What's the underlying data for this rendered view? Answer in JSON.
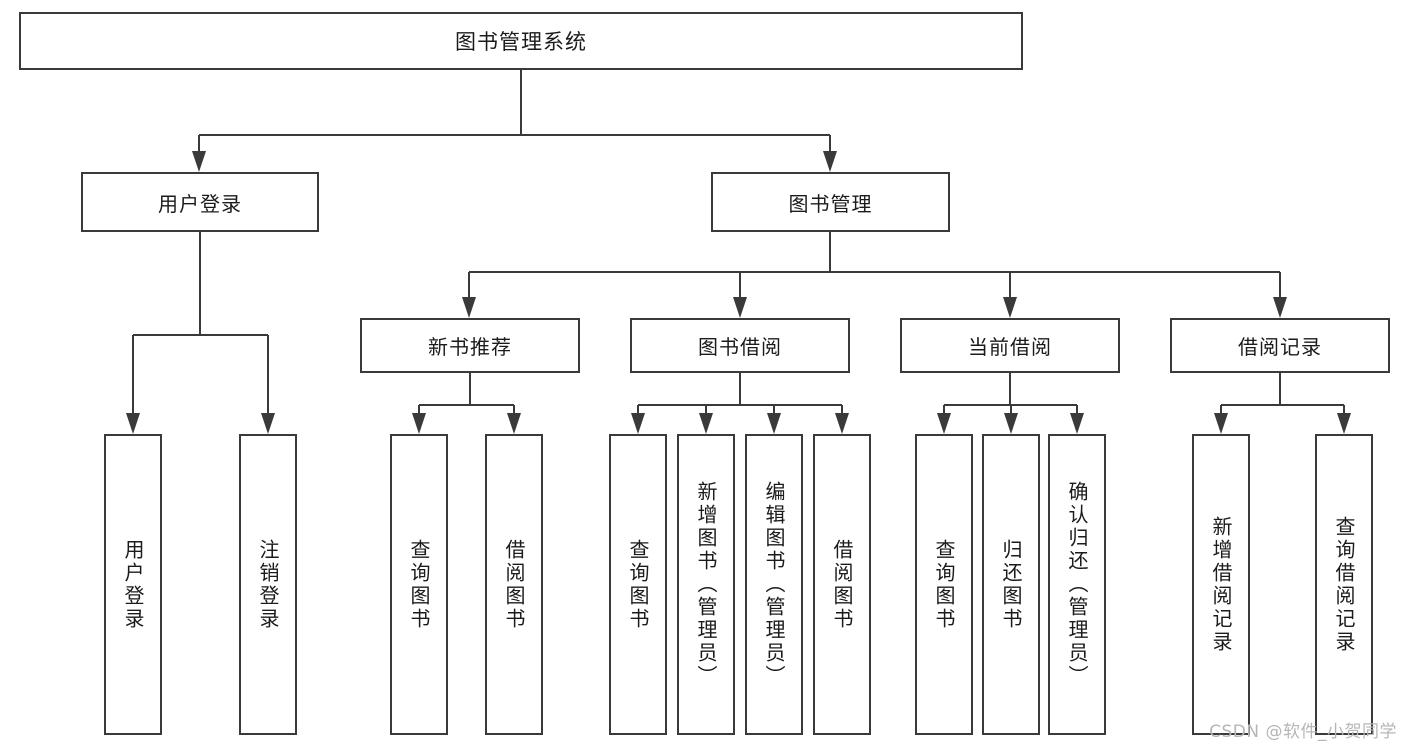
{
  "diagram": {
    "title": "图书管理系统",
    "type": "tree-hierarchy",
    "root": {
      "label": "图书管理系统"
    },
    "level1": [
      {
        "label": "用户登录"
      },
      {
        "label": "图书管理"
      }
    ],
    "level2": [
      {
        "label": "新书推荐"
      },
      {
        "label": "图书借阅"
      },
      {
        "label": "当前借阅"
      },
      {
        "label": "借阅记录"
      }
    ],
    "leaves": {
      "user_login": [
        {
          "label": "用户登录"
        },
        {
          "label": "注销登录"
        }
      ],
      "new_book_recommend": [
        {
          "label": "查询图书"
        },
        {
          "label": "借阅图书"
        }
      ],
      "book_borrow": [
        {
          "label": "查询图书"
        },
        {
          "label": "新增图书（管理员）"
        },
        {
          "label": "编辑图书（管理员）"
        },
        {
          "label": "借阅图书"
        }
      ],
      "current_borrow": [
        {
          "label": "查询图书"
        },
        {
          "label": "归还图书"
        },
        {
          "label": "确认归还（管理员）"
        }
      ],
      "borrow_record": [
        {
          "label": "新增借阅记录"
        },
        {
          "label": "查询借阅记录"
        }
      ]
    }
  },
  "watermark": {
    "text": "CSDN @软件_小贺同学"
  },
  "colors": {
    "stroke": "#3a3a3a",
    "box_fill": "#ffffff",
    "text": "#1b1b1b",
    "background": "#ffffff",
    "watermark": "#b6b6b6"
  }
}
